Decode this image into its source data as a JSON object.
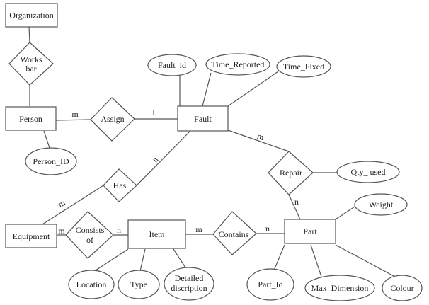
{
  "diagram": {
    "type": "er-diagram",
    "entities": {
      "organization": "Organization",
      "person": "Person",
      "fault": "Fault",
      "equipment": "Equipment",
      "item": "Item",
      "part": "Part"
    },
    "relationships": {
      "works_bar": [
        "Works",
        "bar"
      ],
      "assign": "Assign",
      "has": "Has",
      "repair": "Repair",
      "consists_of": [
        "Consists",
        "of"
      ],
      "contains": "Contains"
    },
    "attributes": {
      "person_id": "Person_ID",
      "fault_id": "Fault_id",
      "time_reported": "Time_Reported",
      "time_fixed": "Time_Fixed",
      "qty_used": "Qty_ used",
      "weight": "Weight",
      "location": "Location",
      "type": "Type",
      "detailed_description": [
        "Detailed",
        "discription"
      ],
      "part_id": "Part_Id",
      "max_dimension": "Max_Dimension",
      "colour": "Colour"
    },
    "cardinalities": {
      "person_assign": "m",
      "assign_fault": "l",
      "fault_has": "n",
      "has_equipment": "m",
      "fault_repair": "m",
      "repair_part": "n",
      "equipment_consists": "m",
      "consists_item": "n",
      "item_contains": "m",
      "contains_part": "n"
    }
  }
}
